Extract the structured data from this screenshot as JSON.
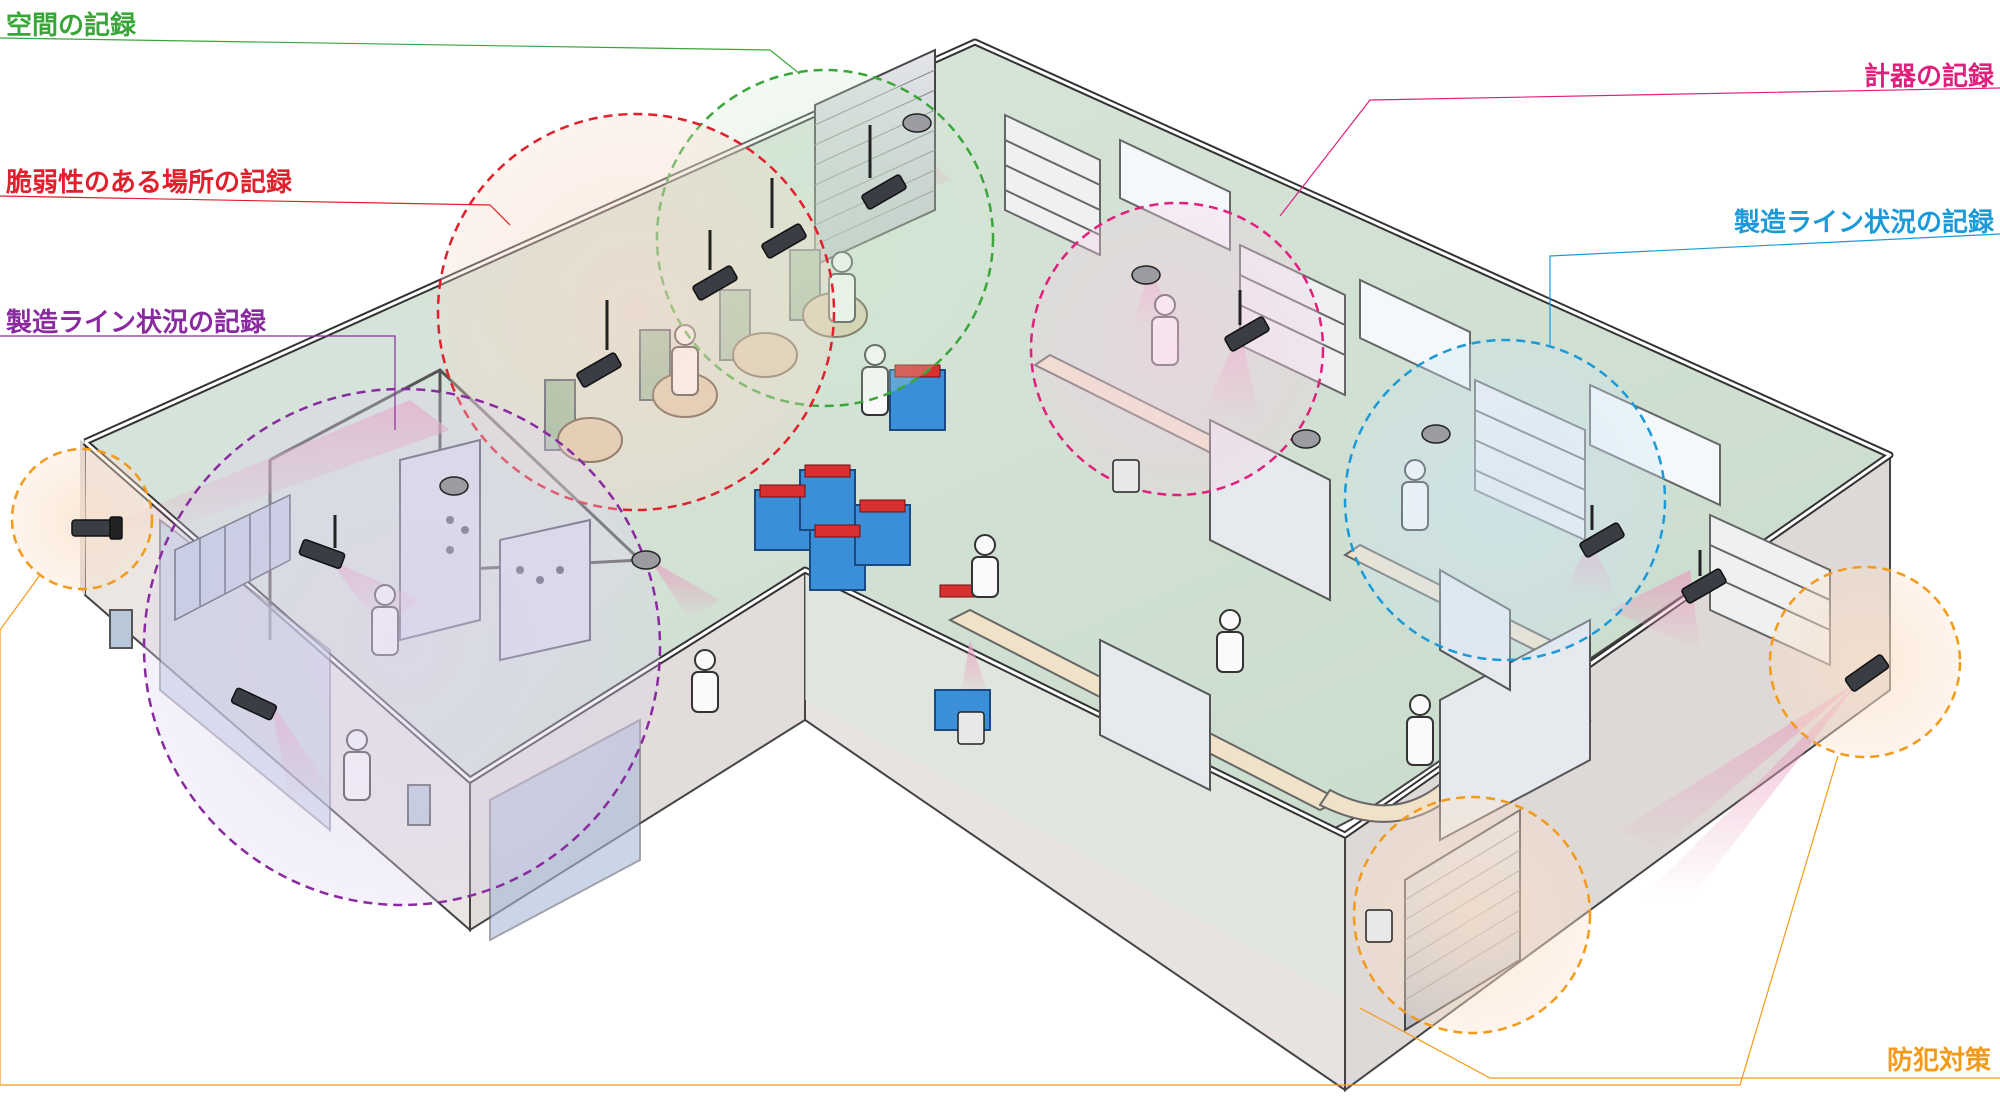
{
  "labels": {
    "space": "空間の記録",
    "vulnerable": "脆弱性のある場所の記録",
    "line_left": "製造ライン状況の記録",
    "meters": "計器の記録",
    "line_right": "製造ライン状況の記録",
    "crime": "防犯対策"
  },
  "colors": {
    "space": "#3aa63a",
    "vulnerable": "#e0202c",
    "line_left": "#8a2aa0",
    "meters": "#e0207c",
    "line_right": "#1a9ad8",
    "crime": "#f39a1a",
    "floor": "#dfe8df",
    "wall_top": "#ffffff",
    "wall_face": "#ece8e6",
    "outline": "#333333"
  },
  "icons": [
    "camera-icon",
    "dome-camera-icon",
    "meter-camera-icon",
    "conveyor-icon",
    "crate-stack-icon",
    "worker-icon",
    "shutter-icon",
    "shelf-icon",
    "mixer-icon"
  ]
}
